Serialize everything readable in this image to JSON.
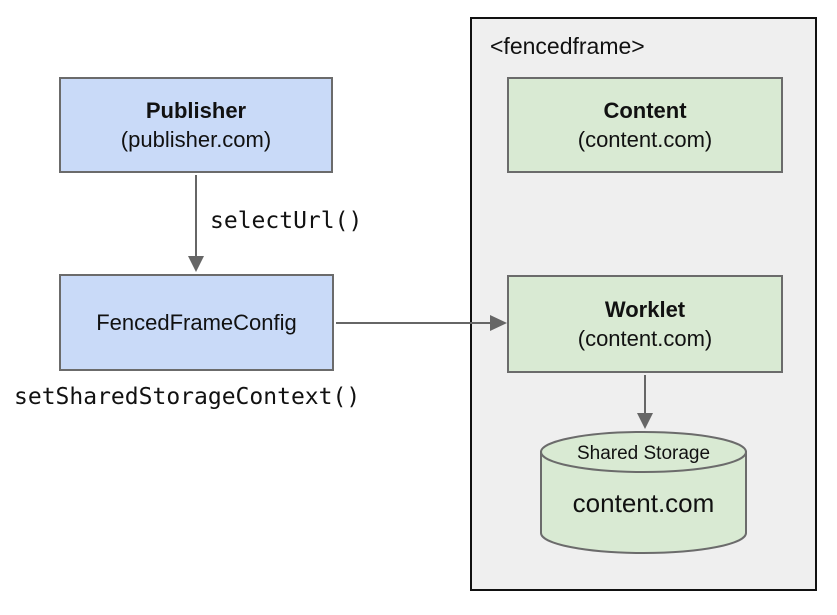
{
  "diagram": {
    "publisher_box": {
      "title": "Publisher",
      "subtitle": "(publisher.com)"
    },
    "config_box": {
      "title": "FencedFrameConfig"
    },
    "arrow_labels": {
      "select_url": "selectUrl()",
      "set_shared_storage_context": "setSharedStorageContext()"
    },
    "fencedframe": {
      "tag": "<fencedframe>",
      "content_box": {
        "title": "Content",
        "subtitle": "(content.com)"
      },
      "worklet_box": {
        "title": "Worklet",
        "subtitle": "(content.com)"
      },
      "storage_cylinder": {
        "label": "Shared Storage",
        "origin": "content.com"
      }
    },
    "colors": {
      "publisher_fill": "#c9daf8",
      "content_fill": "#d9ead3",
      "frame_fill": "#efefef",
      "box_border": "#6b6b6b",
      "frame_border": "#111111",
      "arrow": "#666666"
    }
  }
}
